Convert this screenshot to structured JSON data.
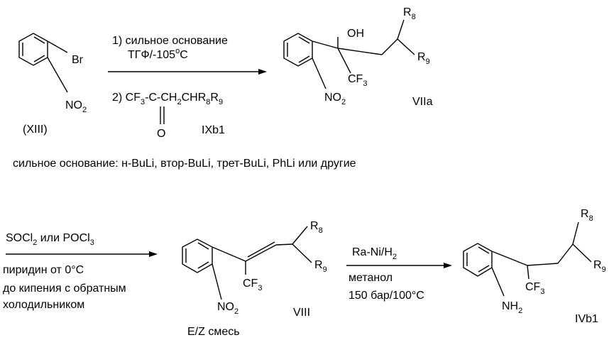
{
  "reaction1": {
    "reagent_line1": "1) сильное основание",
    "reagent_line2": "ТГФ/-105",
    "reagent_line2_degree": "o",
    "reagent_line2_unit": "C",
    "step2_prefix": "2) CF",
    "step2_sub3": "3",
    "step2_mid": "-C-CH",
    "step2_sub2": "2",
    "step2_chr": "CHR",
    "step2_sub8": "8",
    "step2_r": "R",
    "step2_sub9": "9",
    "ketone_o": "O",
    "ketone_label": "IXb1",
    "note": "сильное основание: н-BuLi, втор-BuLi, трет-BuLi, PhLi или другие"
  },
  "compound_xiii": {
    "br": "Br",
    "no2_no": "NO",
    "no2_sub": "2",
    "label": "(XIII)"
  },
  "compound_viia": {
    "oh": "OH",
    "cf3": "CF",
    "cf3_sub": "3",
    "r8": "R",
    "r8_sub": "8",
    "r9": "R",
    "r9_sub": "9",
    "no2_no": "NO",
    "no2_sub": "2",
    "label": "VIIa"
  },
  "reaction2": {
    "reagent_line1_a": "SOCl",
    "reagent_line1_sub": "2",
    "reagent_line1_b": " или POCl",
    "reagent_line1_sub2": "3",
    "cond1": "пиридин от 0°C",
    "cond2": "до кипения с обратным",
    "cond3": "холодильником"
  },
  "compound_viii": {
    "cf3": "CF",
    "cf3_sub": "3",
    "r8": "R",
    "r8_sub": "8",
    "r9": "R",
    "r9_sub": "9",
    "no2_no": "NO",
    "no2_sub": "2",
    "label": "VIII",
    "isomer_note": "E/Z смесь"
  },
  "reaction3": {
    "reagent_a": "Ra-Ni/H",
    "reagent_sub": "2",
    "cond1": "метанол",
    "cond2": "150 бар/100°C"
  },
  "compound_ivb1": {
    "cf3": "CF",
    "cf3_sub": "3",
    "r8": "R",
    "r8_sub": "8",
    "r9": "R",
    "r9_sub": "9",
    "nh2": "NH",
    "nh2_sub": "2",
    "label": "IVb1"
  }
}
